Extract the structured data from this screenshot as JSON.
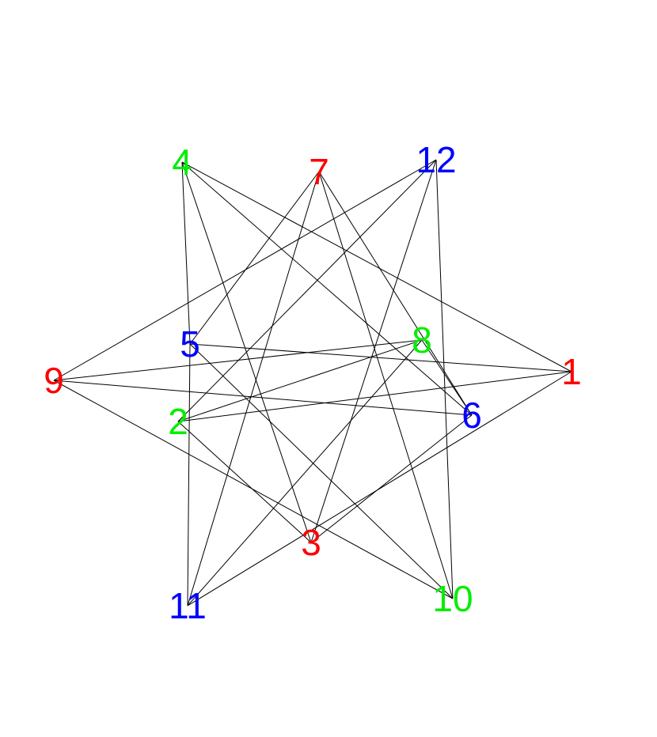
{
  "graph": {
    "nodes": [
      {
        "id": "1",
        "label": "1",
        "color": "#ff0000"
      },
      {
        "id": "2",
        "label": "2",
        "color": "#00ee00"
      },
      {
        "id": "3",
        "label": "3",
        "color": "#ff0000"
      },
      {
        "id": "4",
        "label": "4",
        "color": "#00ee00"
      },
      {
        "id": "5",
        "label": "5",
        "color": "#0000ff"
      },
      {
        "id": "6",
        "label": "6",
        "color": "#0000ff"
      },
      {
        "id": "7",
        "label": "7",
        "color": "#ff0000"
      },
      {
        "id": "8",
        "label": "8",
        "color": "#00ee00"
      },
      {
        "id": "9",
        "label": "9",
        "color": "#ff0000"
      },
      {
        "id": "10",
        "label": "10",
        "color": "#00ee00"
      },
      {
        "id": "11",
        "label": "11",
        "color": "#0000ff"
      },
      {
        "id": "12",
        "label": "12",
        "color": "#0000ff"
      }
    ],
    "edges": [
      [
        "4",
        "5"
      ],
      [
        "4",
        "3"
      ],
      [
        "4",
        "6"
      ],
      [
        "4",
        "1"
      ],
      [
        "7",
        "5"
      ],
      [
        "7",
        "11"
      ],
      [
        "7",
        "10"
      ],
      [
        "7",
        "6"
      ],
      [
        "12",
        "9"
      ],
      [
        "12",
        "2"
      ],
      [
        "12",
        "3"
      ],
      [
        "12",
        "10"
      ],
      [
        "9",
        "8"
      ],
      [
        "9",
        "6"
      ],
      [
        "9",
        "10"
      ],
      [
        "5",
        "1"
      ],
      [
        "5",
        "10"
      ],
      [
        "5",
        "11"
      ],
      [
        "8",
        "2"
      ],
      [
        "8",
        "11"
      ],
      [
        "8",
        "6"
      ],
      [
        "2",
        "1"
      ],
      [
        "2",
        "3"
      ],
      [
        "1",
        "11"
      ],
      [
        "6",
        "3"
      ]
    ]
  }
}
